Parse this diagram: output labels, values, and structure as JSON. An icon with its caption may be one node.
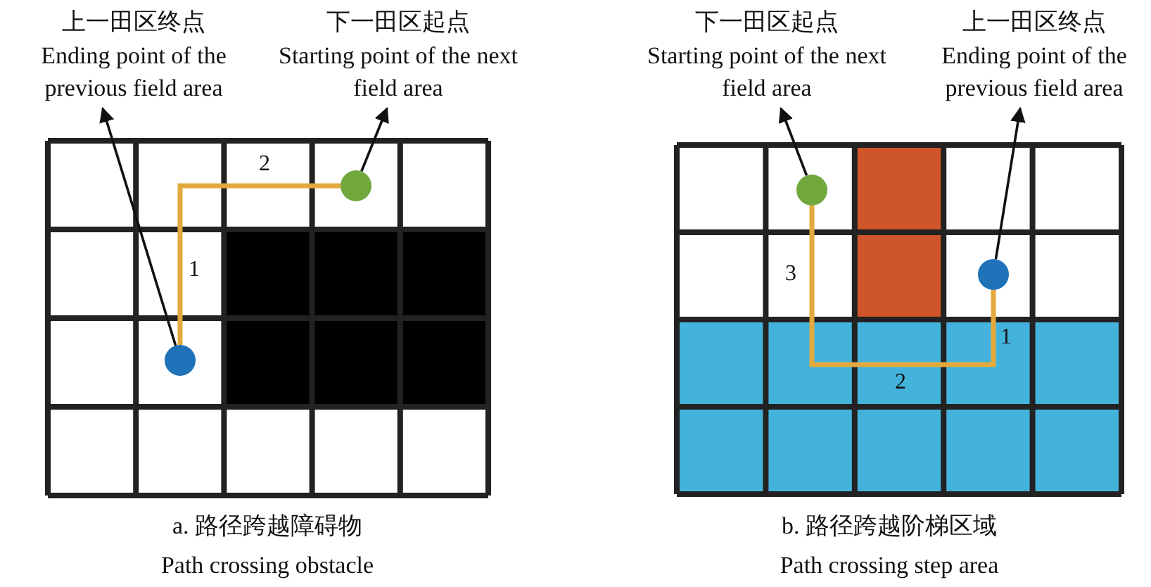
{
  "diagram": {
    "nodes": [
      {
        "text": [
          "上一田区终点",
          "Ending point of the previous field area"
        ]
      },
      {
        "text": [
          "下一田区起点",
          "Starting point of the next field area"
        ]
      },
      {
        "text": [],
        "shape": "circle"
      },
      {
        "text": [],
        "shape": "circle"
      },
      {
        "text": [
          "下一田区起点",
          "Starting point of the next field area"
        ]
      },
      {
        "text": [
          "上一田区终点",
          "Ending point of the previous field area"
        ]
      },
      {
        "text": [],
        "shape": "circle"
      },
      {
        "text": [],
        "shape": "circle"
      }
    ],
    "edges": [
      {
        "from": 2,
        "to": 0,
        "arrow": "to"
      },
      {
        "from": 3,
        "to": 1,
        "arrow": "to"
      },
      {
        "from": 6,
        "to": 4,
        "arrow": "to"
      },
      {
        "from": 7,
        "to": 5,
        "arrow": "to"
      },
      {
        "from": 2,
        "to": 3,
        "arrow": "none",
        "style": "thick",
        "color": "#e3a93c"
      },
      {
        "from": 7,
        "to": 6,
        "arrow": "none",
        "style": "thick",
        "color": "#e3a93c"
      }
    ],
    "labels": [
      "2",
      "1",
      "3",
      "1",
      "2",
      "a. 路径跨越障碍物",
      "Path crossing obstacle",
      "b. 路径跨越阶梯区域",
      "Path crossing step area"
    ]
  }
}
